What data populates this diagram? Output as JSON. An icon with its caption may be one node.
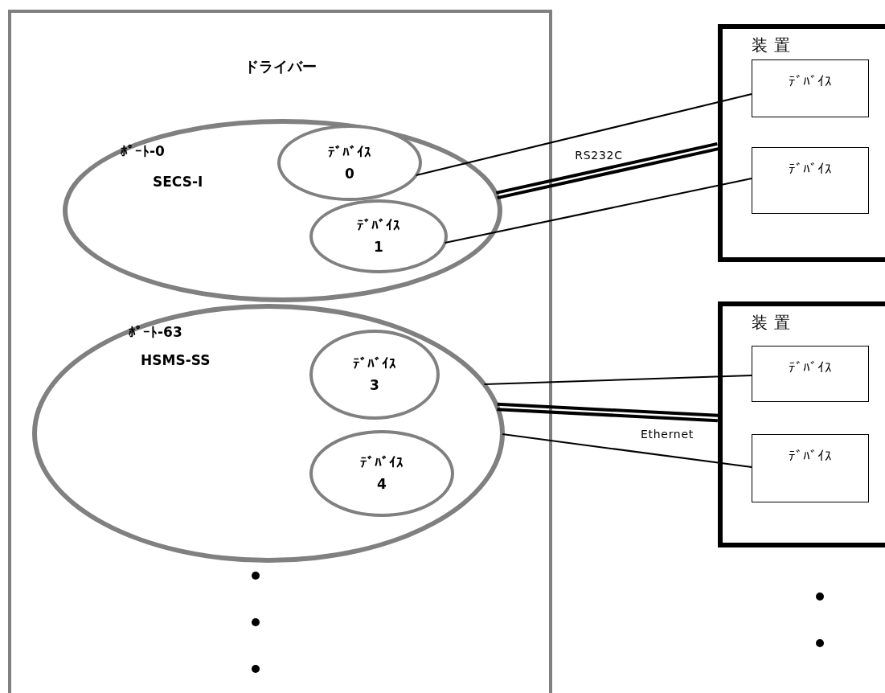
{
  "diagram": {
    "nodes": [
      {
        "text": [
          "ドライバー"
        ]
      },
      {
        "text": [
          "ﾎﾟｰﾄ-0",
          "SECS-I"
        ],
        "in": 0
      },
      {
        "text": [
          "ﾃﾞﾊﾞｲｽ",
          "0"
        ],
        "in": 1
      },
      {
        "text": [
          "ﾃﾞﾊﾞｲｽ",
          "1"
        ],
        "in": 1
      },
      {
        "text": [
          "ﾎﾟｰﾄ-63",
          "HSMS-SS"
        ],
        "in": 0
      },
      {
        "text": [
          "ﾃﾞﾊﾞｲｽ",
          "3"
        ],
        "in": 4
      },
      {
        "text": [
          "ﾃﾞﾊﾞｲｽ",
          "4"
        ],
        "in": 4
      },
      {
        "text": [
          "装置"
        ]
      },
      {
        "text": [
          "ﾃﾞﾊﾞｲｽ"
        ],
        "in": 7
      },
      {
        "text": [
          "ﾃﾞﾊﾞｲｽ"
        ],
        "in": 7
      },
      {
        "text": [
          "装置"
        ]
      },
      {
        "text": [
          "ﾃﾞﾊﾞｲｽ"
        ],
        "in": 10
      },
      {
        "text": [
          "ﾃﾞﾊﾞｲｽ"
        ],
        "in": 10
      }
    ],
    "edges": [
      {
        "from": 2,
        "to": 8,
        "arrow": "none"
      },
      {
        "from": 1,
        "to": 7,
        "arrow": "none",
        "label": "RS232C",
        "style": "thick"
      },
      {
        "from": 3,
        "to": 9,
        "arrow": "none"
      },
      {
        "from": 4,
        "to": 11,
        "arrow": "none"
      },
      {
        "from": 4,
        "to": 10,
        "arrow": "none",
        "label": "Ethernet",
        "style": "thick"
      },
      {
        "from": 4,
        "to": 12,
        "arrow": "none"
      }
    ]
  }
}
